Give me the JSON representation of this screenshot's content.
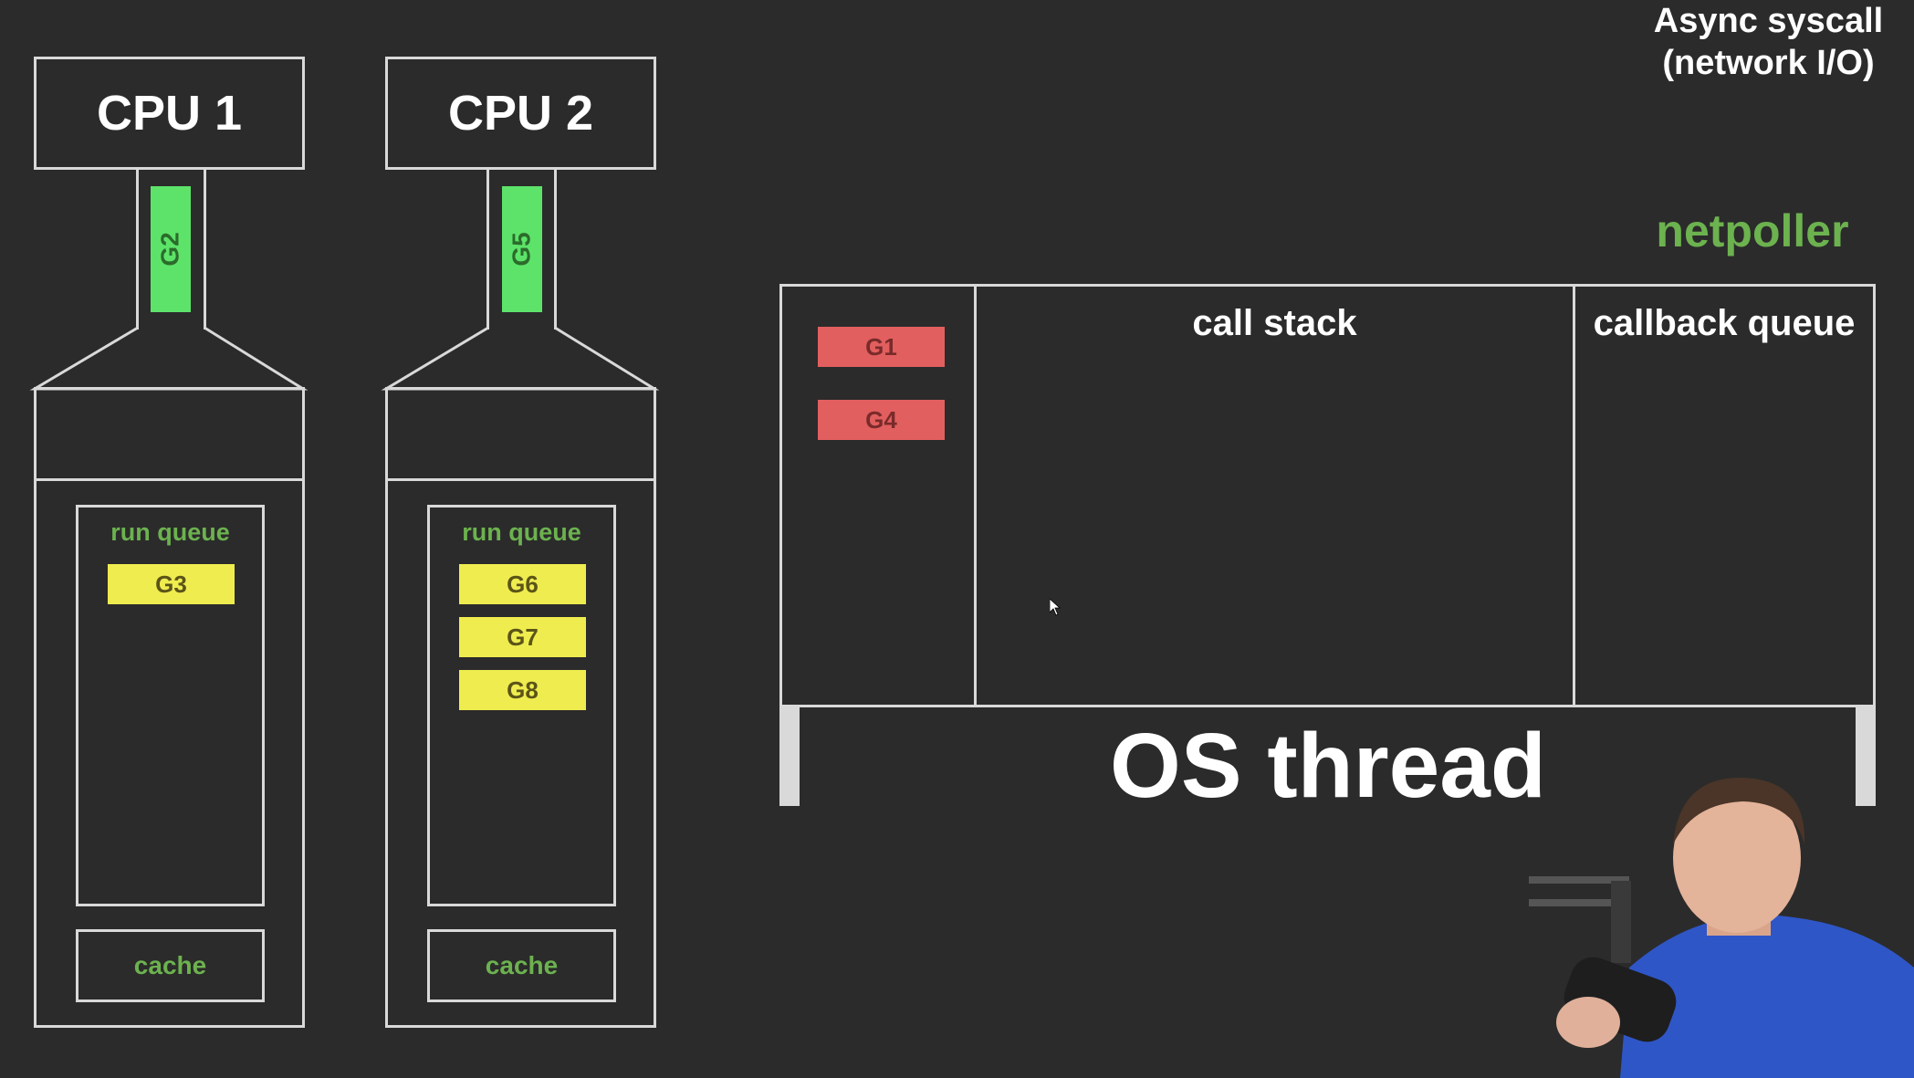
{
  "title": {
    "line1": "Async syscall",
    "line2": "(network I/O)"
  },
  "processors": [
    {
      "cpu_label": "CPU 1",
      "running": "G2",
      "run_queue_label": "run queue",
      "run_queue": [
        "G3"
      ],
      "cache_label": "cache"
    },
    {
      "cpu_label": "CPU 2",
      "running": "G5",
      "run_queue_label": "run queue",
      "run_queue": [
        "G6",
        "G7",
        "G8"
      ],
      "cache_label": "cache"
    }
  ],
  "netpoller": {
    "label": "netpoller",
    "waiting": [
      "G1",
      "G4"
    ],
    "call_stack_label": "call stack",
    "callback_queue_label": "callback queue"
  },
  "os_thread_label": "OS thread",
  "colors": {
    "background": "#2b2b2b",
    "running_goroutine": "#5de36a",
    "queued_goroutine": "#efec4f",
    "blocked_goroutine": "#e25f5f",
    "accent_label": "#6cb24f"
  }
}
